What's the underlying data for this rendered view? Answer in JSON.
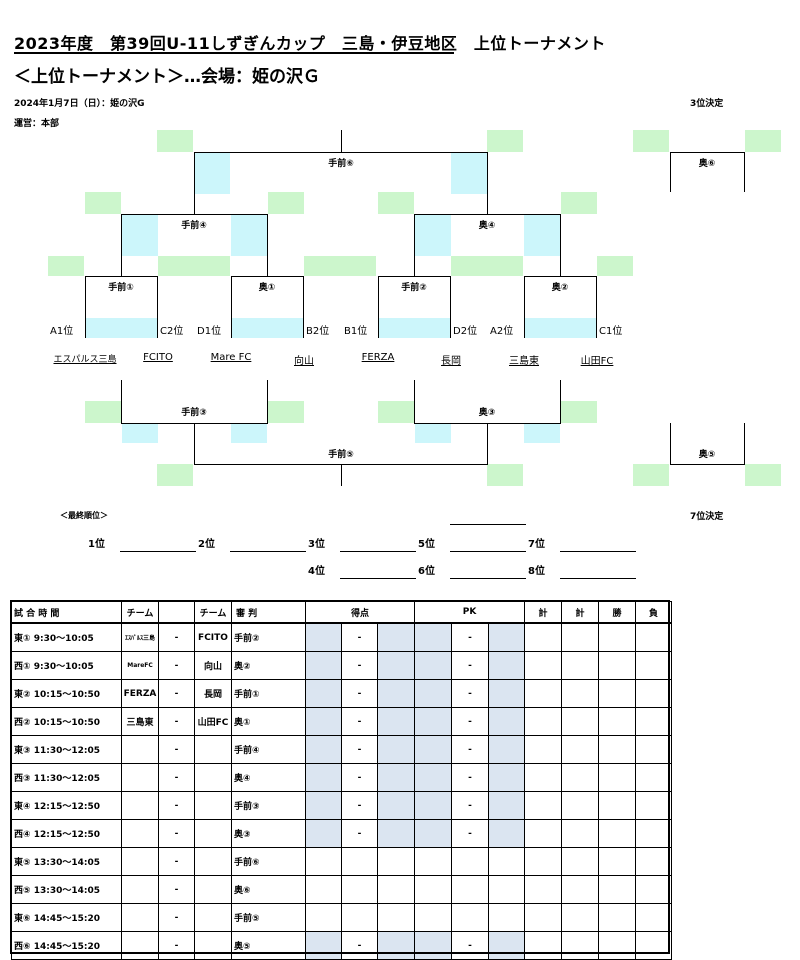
{
  "header": {
    "title": "2023年度　第39回U-11しずぎんカップ　三島・伊豆地区　上位トーナメント",
    "subtitle": "＜上位トーナメント＞…会場：姫の沢Ｇ",
    "date": "2024年1月7日（日）：姫の沢G",
    "operations": "運営：本部",
    "third_place": "3位決定",
    "seventh_place": "7位決定"
  },
  "bracket": {
    "top_final": "手前⑥",
    "third_match": "奥⑥",
    "bottom_final": "手前⑤",
    "fifth_match": "奥⑤",
    "semi_left": "手前④",
    "semi_right": "奥④",
    "cons_left": "手前③",
    "cons_right": "奥③",
    "r1": [
      "手前①",
      "奥①",
      "手前②",
      "奥②"
    ],
    "seeds": [
      "A1位",
      "C2位",
      "D1位",
      "B2位",
      "B1位",
      "D2位",
      "A2位",
      "C1位"
    ],
    "teams": [
      "エスパルス三島",
      "FCITO",
      "Mare FC",
      "向山",
      "FERZA",
      "長岡",
      "三島東",
      "山田FC"
    ]
  },
  "final_ranking": {
    "label": "＜最終順位＞",
    "ranks": [
      "1位",
      "2位",
      "3位",
      "4位",
      "5位",
      "6位",
      "7位",
      "8位"
    ]
  },
  "schedule": {
    "headers": [
      "試 合 時 間",
      "チーム",
      "",
      "チーム",
      "審 判",
      "得点",
      "PK",
      "計",
      "計",
      "勝",
      "負"
    ],
    "dash": "-",
    "rows": [
      {
        "time": "東① 9:30〜10:05",
        "team1": "ｴｽﾊﾟﾙｽ三島",
        "team2": "FCITO",
        "ref": "手前②",
        "score": true
      },
      {
        "time": "西① 9:30〜10:05",
        "team1": "MareFC",
        "team2": "向山",
        "ref": "奥②",
        "score": true
      },
      {
        "time": "東② 10:15〜10:50",
        "team1": "FERZA",
        "team2": "長岡",
        "ref": "手前①",
        "score": true
      },
      {
        "time": "西② 10:15〜10:50",
        "team1": "三島東",
        "team2": "山田FC",
        "ref": "奥①",
        "score": true
      },
      {
        "time": "東③ 11:30〜12:05",
        "team1": "",
        "team2": "",
        "ref": "手前④",
        "score": true
      },
      {
        "time": "西③ 11:30〜12:05",
        "team1": "",
        "team2": "",
        "ref": "奥④",
        "score": true
      },
      {
        "time": "東④ 12:15〜12:50",
        "team1": "",
        "team2": "",
        "ref": "手前③",
        "score": true
      },
      {
        "time": "西④ 12:15〜12:50",
        "team1": "",
        "team2": "",
        "ref": "奥③",
        "score": true
      },
      {
        "time": "東⑤ 13:30〜14:05",
        "team1": "",
        "team2": "",
        "ref": "手前⑥",
        "score": false
      },
      {
        "time": "西⑤ 13:30〜14:05",
        "team1": "",
        "team2": "",
        "ref": "奥⑥",
        "score": false
      },
      {
        "time": "東⑥ 14:45〜15:20",
        "team1": "",
        "team2": "",
        "ref": "手前⑤",
        "score": false
      },
      {
        "time": "西⑥ 14:45〜15:20",
        "team1": "",
        "team2": "",
        "ref": "奥⑤",
        "score": true
      }
    ]
  }
}
